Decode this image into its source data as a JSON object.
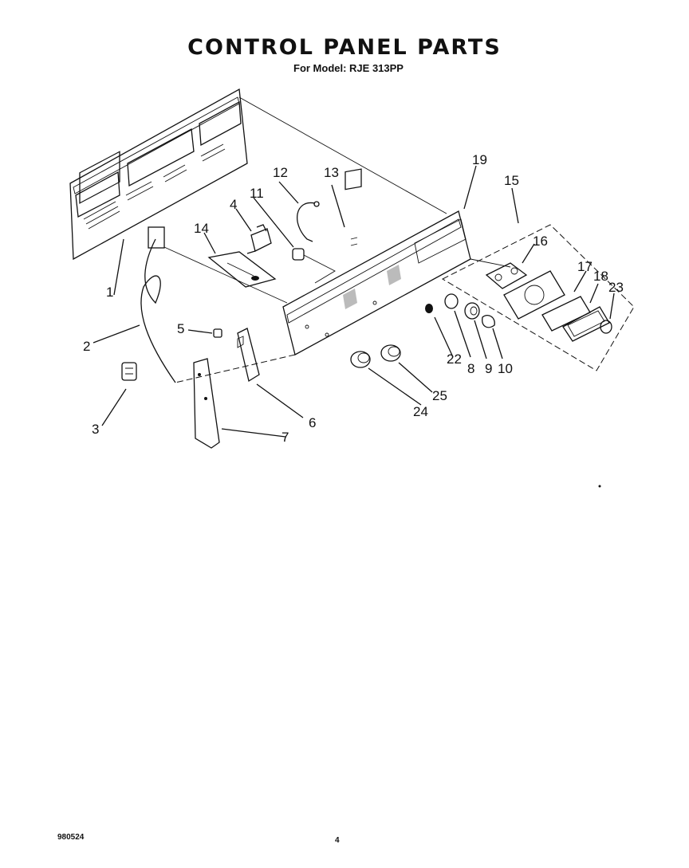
{
  "page": {
    "title": "CONTROL PANEL PARTS",
    "subtitle": "For Model: RJE 313PP",
    "doc_code": "980524",
    "page_number": "4"
  },
  "callouts": [
    "1",
    "2",
    "3",
    "4",
    "5",
    "6",
    "7",
    "8",
    "9",
    "10",
    "11",
    "12",
    "13",
    "14",
    "15",
    "16",
    "17",
    "18",
    "19",
    "22",
    "23",
    "24",
    "25"
  ]
}
